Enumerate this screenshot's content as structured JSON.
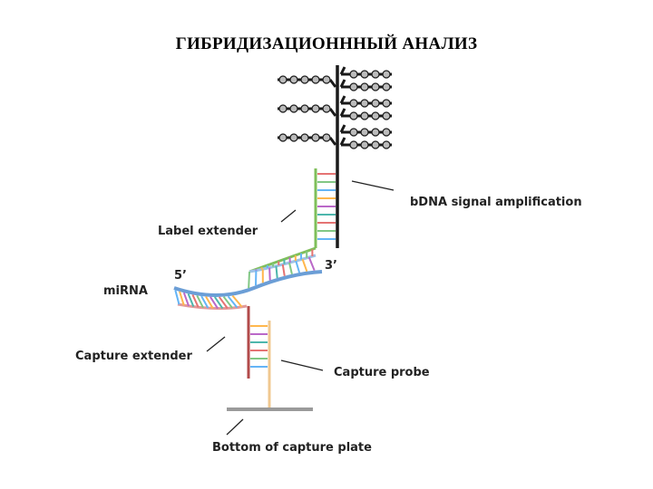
{
  "title": "ГИБРИДИЗАЦИОНННЫЙ АНАЛИЗ",
  "labels": {
    "bdna": "bDNA signal amplification",
    "label_extender": "Label extender",
    "five_prime": "5’",
    "three_prime": "3’",
    "mirna": "miRNA",
    "capture_extender": "Capture extender",
    "capture_probe": "Capture probe",
    "bottom_plate": "Bottom of capture plate"
  },
  "colors": {
    "bdna": "#1a1a1a",
    "label_extender": "#7fbf5a",
    "label_probe": "#9ec2e6",
    "mirna": "#6b9ed6",
    "mirna_pair": "#e39a9a",
    "capture_extender": "#b24a4a",
    "capture_probe": "#f0c890",
    "plate": "#9a9a9a",
    "rung_palette": [
      "#e57373",
      "#81c784",
      "#64b5f6",
      "#ffb74d",
      "#ba68c8",
      "#4db6ac"
    ]
  }
}
